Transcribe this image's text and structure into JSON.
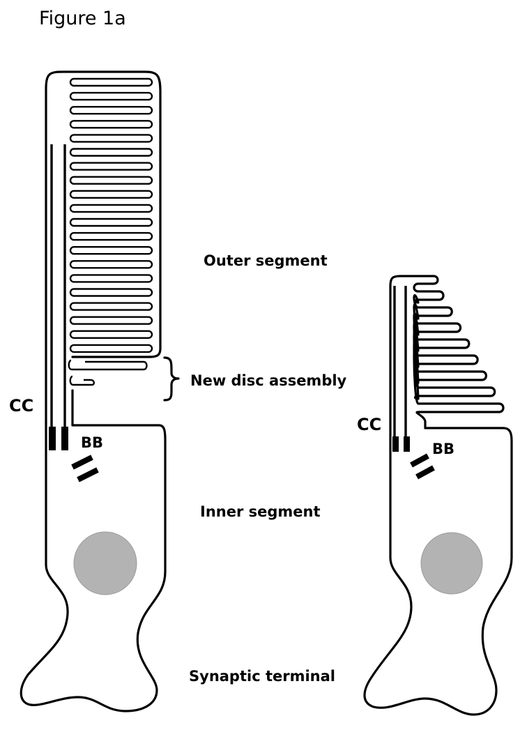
{
  "figure": {
    "title": "Figure 1a",
    "labels": {
      "outer_segment": "Outer segment",
      "new_disc_assembly": "New disc assembly",
      "inner_segment": "Inner segment",
      "synaptic_terminal": "Synaptic terminal",
      "cc_left": "CC",
      "bb_left": "BB",
      "cc_right": "CC",
      "bb_right": "BB"
    },
    "colors": {
      "line": "#000000",
      "nucleus": "#b3b3b3",
      "background": "#ffffff"
    }
  }
}
